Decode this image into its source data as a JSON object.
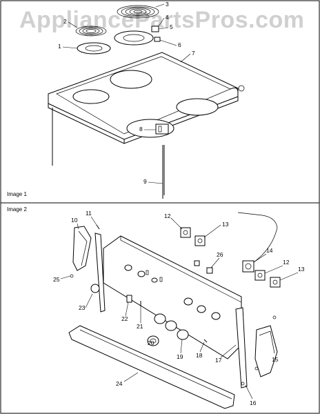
{
  "watermark": "AppliancePartsPros.com",
  "panels": [
    {
      "label": "Image 1"
    },
    {
      "label": "Image 2"
    }
  ],
  "callouts_image1": [
    "1",
    "2",
    "3",
    "4",
    "5",
    "6",
    "7",
    "8",
    "9"
  ],
  "callouts_image2": [
    "10",
    "11",
    "12",
    "13",
    "26",
    "14",
    "12",
    "13",
    "25",
    "23",
    "22",
    "21",
    "20",
    "19",
    "18",
    "17",
    "15",
    "24",
    "16"
  ]
}
